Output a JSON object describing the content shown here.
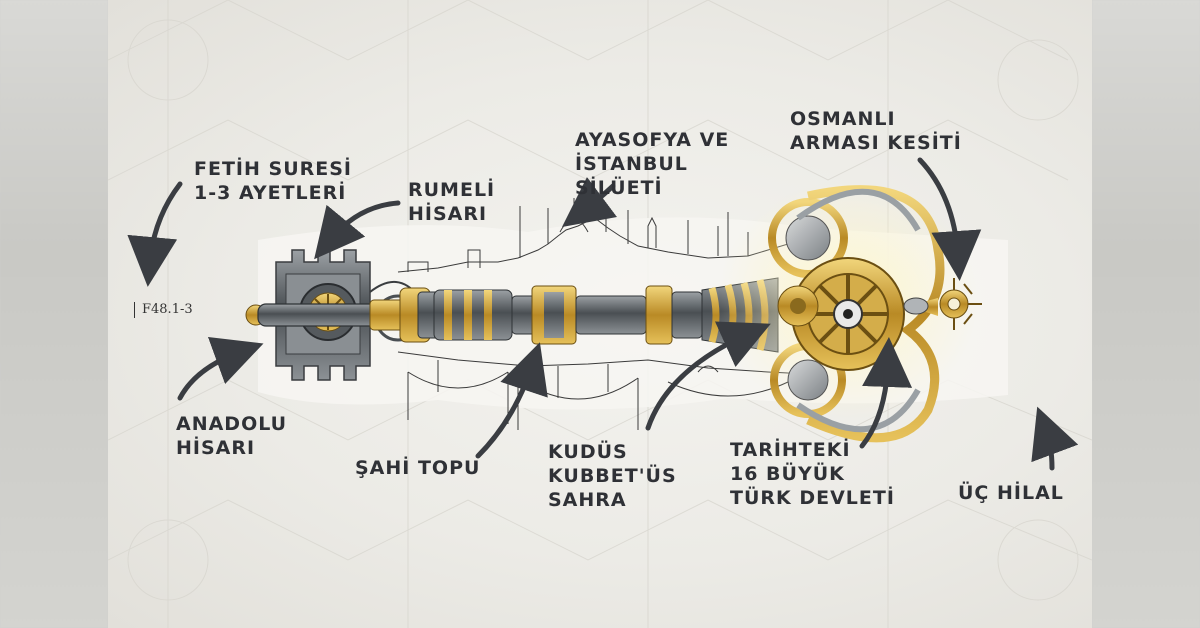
{
  "reference": "F48.1-3",
  "labels": {
    "fetih": [
      "FETİH SURESİ",
      "1-3 AYETLERİ"
    ],
    "rumeli": [
      "RUMELİ",
      "HİSARI"
    ],
    "ayasofya": [
      "AYASOFYA VE",
      "İSTANBUL",
      "SİLÜETİ"
    ],
    "osmanli": [
      "OSMANLI",
      "ARMASI KESİTİ"
    ],
    "anadolu": [
      "ANADOLU",
      "HİSARI"
    ],
    "sahi": [
      "ŞAHİ TOPU"
    ],
    "kudus": [
      "KUDÜS",
      "KUBBET'ÜS",
      "SAHRA"
    ],
    "tarihteki": [
      "TARİHTEKİ",
      "16 BÜYÜK",
      "TÜRK DEVLETİ"
    ],
    "uc_hilal": [
      "ÜÇ HİLAL"
    ]
  },
  "colors": {
    "label_text": "#2f3136",
    "gold": "#c9a23a",
    "steel": "#6f7478"
  }
}
